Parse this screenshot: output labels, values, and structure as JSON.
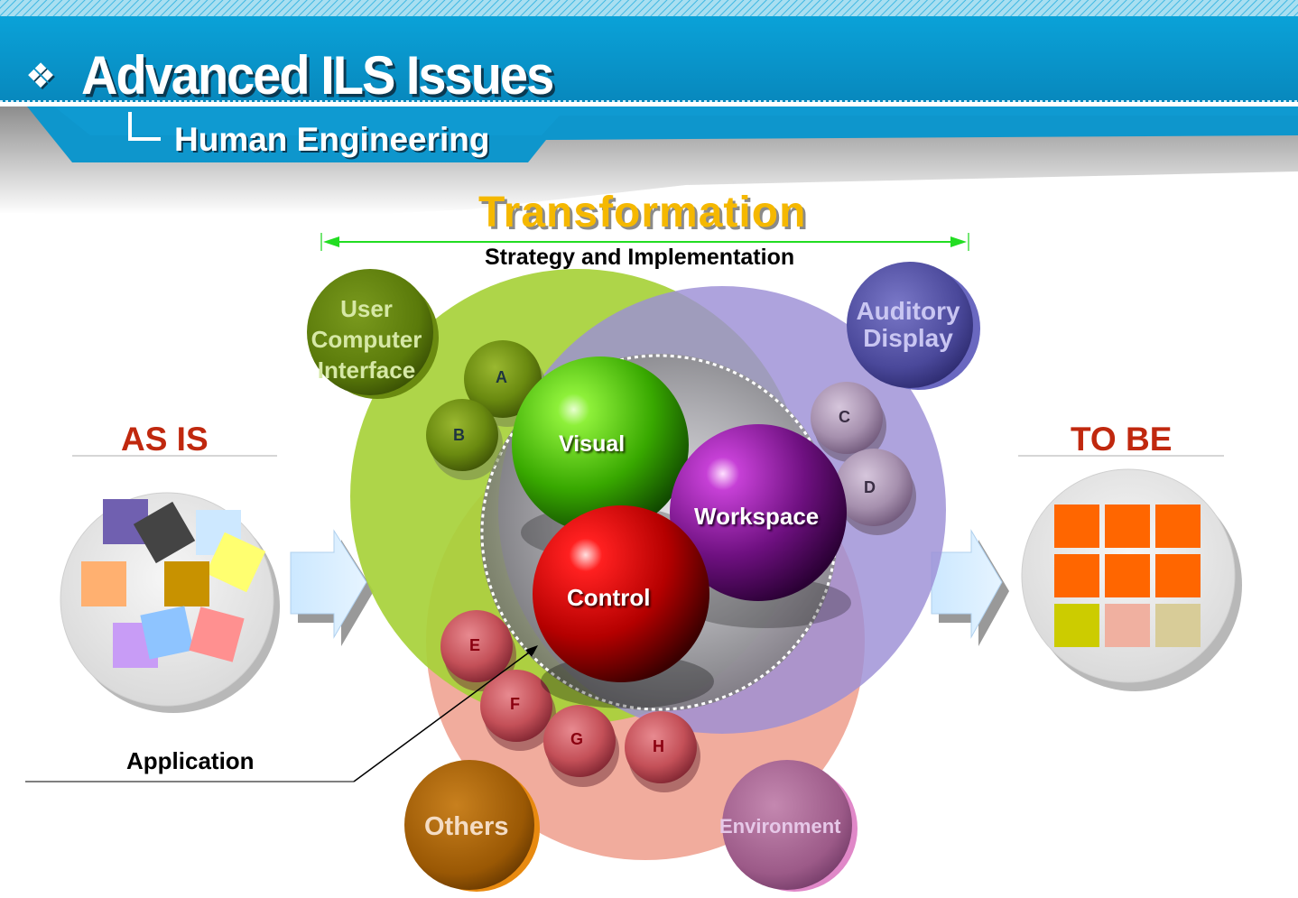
{
  "title": "Advanced ILS Issues",
  "title_bullet": "❖",
  "subtitle": "Human Engineering",
  "heading": "Transformation",
  "strategy_label": "Strategy and Implementation",
  "as_is": "AS IS",
  "to_be": "TO BE",
  "application": "Application",
  "spheres": {
    "visual": "Visual",
    "workspace": "Workspace",
    "control": "Control"
  },
  "groups": {
    "uci_line1": "User",
    "uci_line2": "Computer",
    "uci_line3": "Interface",
    "auditory_line1": "Auditory",
    "auditory_line2": "Display",
    "others": "Others",
    "environment": "Environment"
  },
  "small_spheres": {
    "a": "A",
    "b": "B",
    "c": "C",
    "d": "D",
    "e": "E",
    "f": "F",
    "g": "G",
    "h": "H"
  },
  "icons": {
    "title_bullet": "diamond-bullet-icon",
    "arrows": "right-arrow-icon"
  },
  "colors": {
    "header_blue": "#0a9bd0",
    "heading_gold": "#f5b800",
    "label_red": "#c0280e",
    "green_zone": "#a7d13a",
    "purple_zone": "#9c8fd6",
    "salmon_zone": "#f0a898",
    "tile_orange": "#ff6600"
  }
}
